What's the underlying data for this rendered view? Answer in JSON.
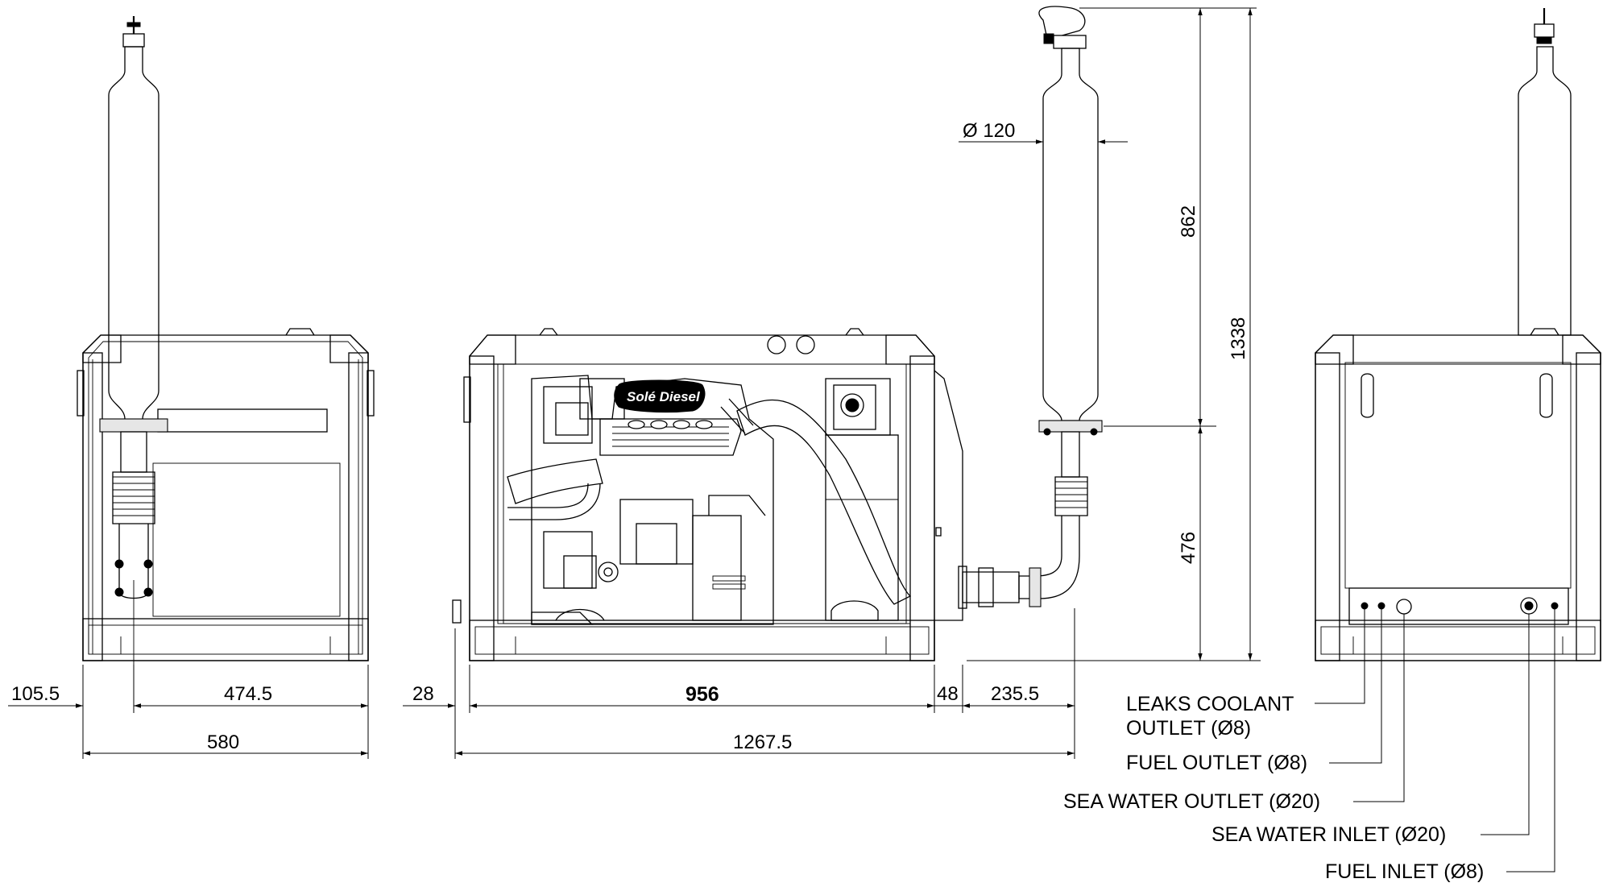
{
  "brand_logo": "Solé Diesel",
  "dimensions": {
    "side_left_offset": "105.5",
    "side_exhaust_offset": "474.5",
    "side_total_width": "580",
    "front_left_offset": "28",
    "front_frame_width": "956",
    "front_gap": "48",
    "front_exhaust_offset": "235.5",
    "front_total_width": "1267.5",
    "muffler_diameter": "Ø 120",
    "exhaust_upper_height": "862",
    "exhaust_lower_height": "476",
    "total_height": "1338"
  },
  "connections": [
    {
      "line1": "LEAKS COOLANT",
      "line2": "OUTLET (Ø8)"
    },
    {
      "line1": "FUEL OUTLET (Ø8)"
    },
    {
      "line1": "SEA WATER OUTLET (Ø20)"
    },
    {
      "line1": "SEA WATER INLET (Ø20)"
    },
    {
      "line1": "FUEL INLET (Ø8)"
    }
  ]
}
